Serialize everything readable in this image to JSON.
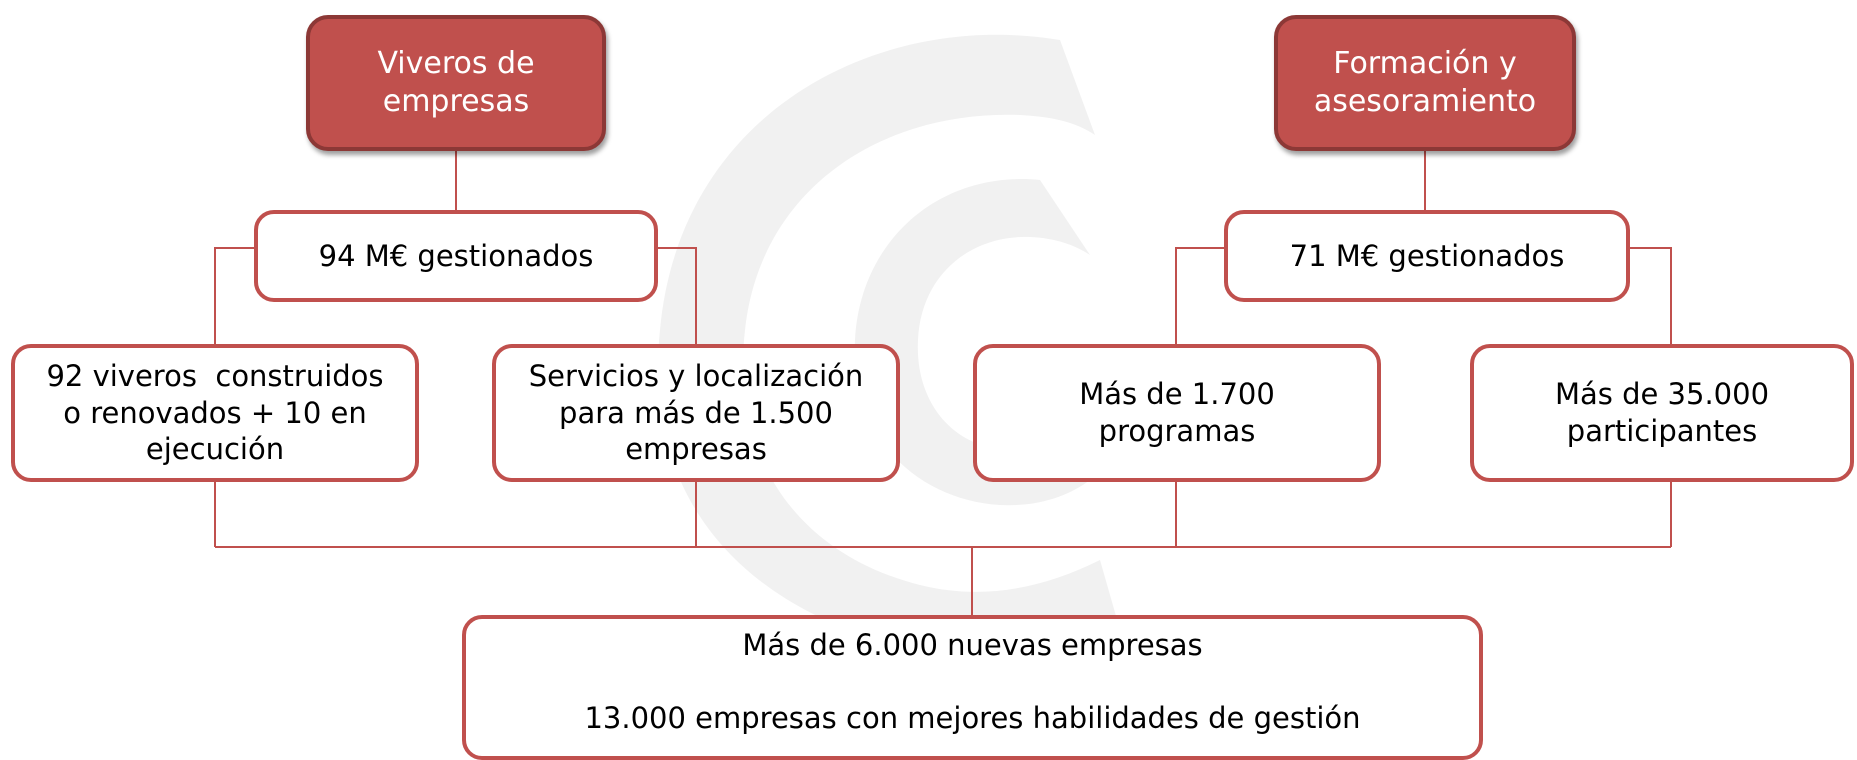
{
  "diagram": {
    "colors": {
      "accent": "#c0504d",
      "accent_dark": "#8c3836",
      "header_text": "#ffffff",
      "body_text": "#000000",
      "watermark": "#f0f0f0"
    },
    "watermark_icon": "letter-c-logo",
    "headers": {
      "viveros": [
        "Viveros de",
        "empresas"
      ],
      "formacion": [
        "Formación y",
        "asesoramiento"
      ]
    },
    "budgets": {
      "viveros": "94 M€ gestionados",
      "formacion": "71 M€ gestionados"
    },
    "outcomes": {
      "viveros_construidos": [
        "92 viveros  construidos",
        "o renovados + 10 en",
        "ejecución"
      ],
      "servicios": [
        "Servicios y localización",
        "para más de 1.500",
        "empresas"
      ],
      "programas": [
        "Más de 1.700",
        "programas"
      ],
      "participantes": [
        "Más de 35.000",
        "participantes"
      ]
    },
    "result": {
      "line1": "Más de 6.000 nuevas empresas",
      "line2": "13.000 empresas con mejores habilidades de gestión"
    }
  }
}
